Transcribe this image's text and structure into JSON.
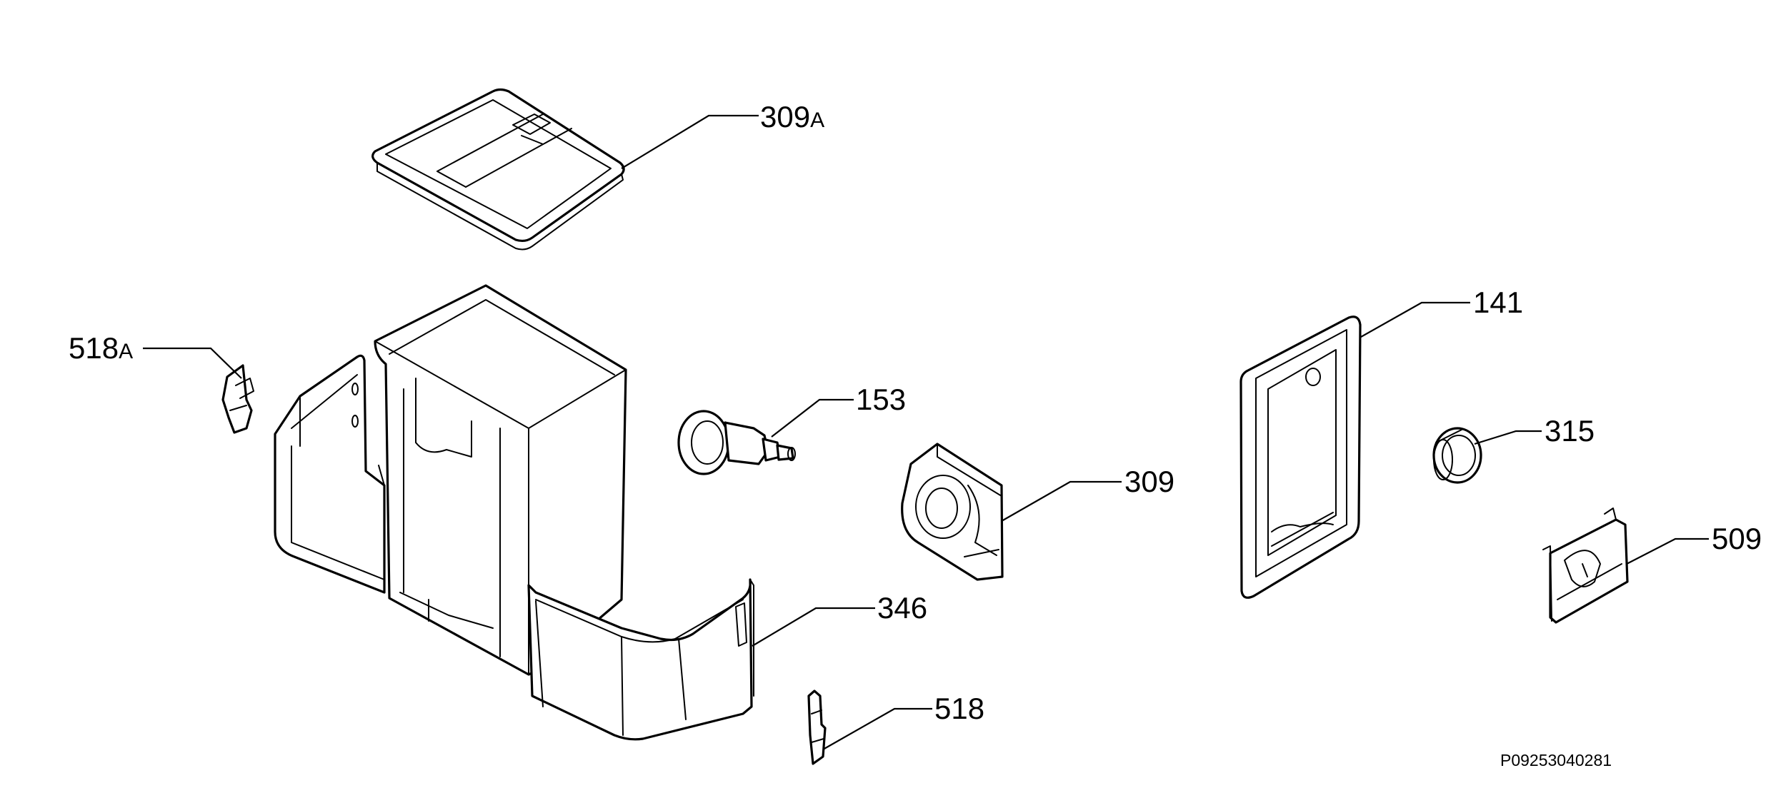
{
  "diagram": {
    "title": "",
    "reference_code": "P09253040281",
    "callouts": [
      {
        "id": "309A",
        "number": "309",
        "suffix": "A"
      },
      {
        "id": "518A",
        "number": "518",
        "suffix": "A"
      },
      {
        "id": "153",
        "number": "153",
        "suffix": ""
      },
      {
        "id": "141",
        "number": "141",
        "suffix": ""
      },
      {
        "id": "315",
        "number": "315",
        "suffix": ""
      },
      {
        "id": "309",
        "number": "309",
        "suffix": ""
      },
      {
        "id": "509",
        "number": "509",
        "suffix": ""
      },
      {
        "id": "346",
        "number": "346",
        "suffix": ""
      },
      {
        "id": "518",
        "number": "518",
        "suffix": ""
      }
    ]
  }
}
